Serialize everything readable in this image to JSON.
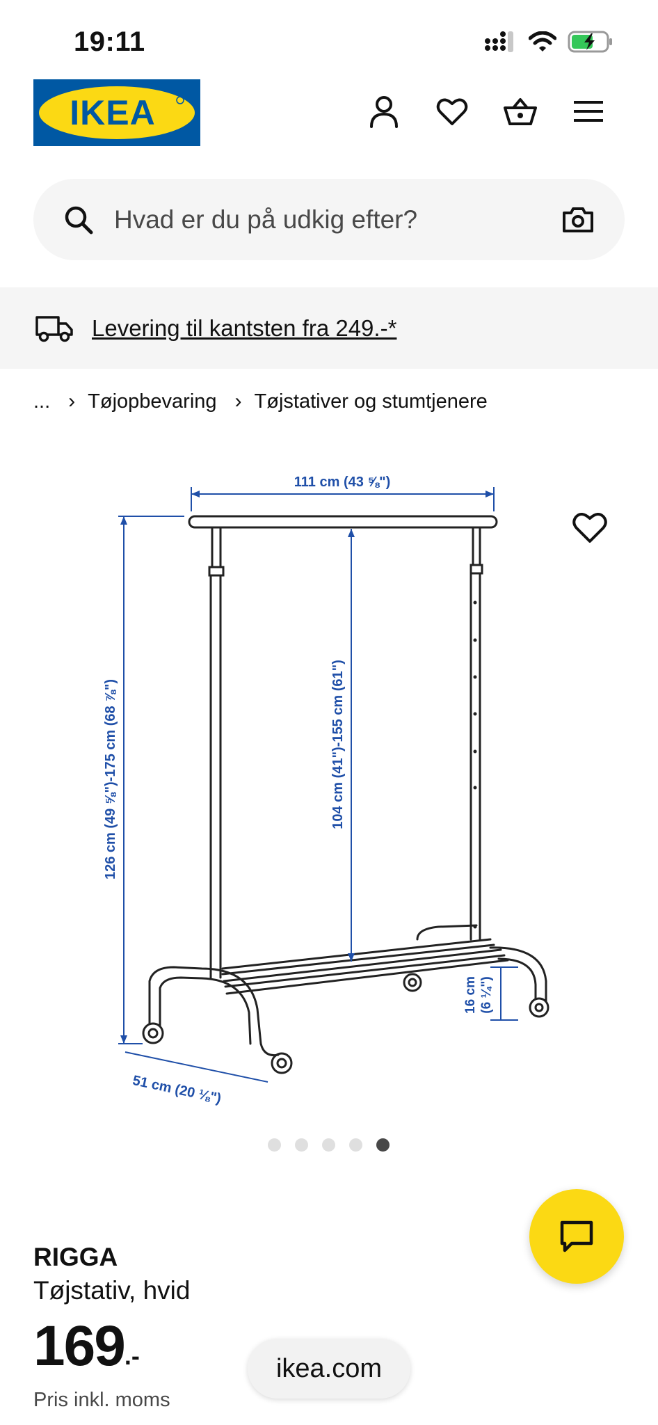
{
  "status_bar": {
    "time": "19:11"
  },
  "header": {
    "logo_text": "IKEA",
    "icons": [
      "account-icon",
      "heart-icon",
      "basket-icon",
      "menu-icon"
    ]
  },
  "search": {
    "placeholder": "Hvad er du på udkig efter?"
  },
  "banner": {
    "text": "Levering til kantsten fra 249.-*",
    "icon": "truck-icon"
  },
  "breadcrumb": {
    "items": [
      "...",
      "Tøjopbevaring",
      "Tøjstativer og stumtjenere"
    ],
    "separator": "›"
  },
  "product_image": {
    "dimensions": {
      "width": "111 cm (43 ⅝\")",
      "height": "126 cm (49 ⅝\")-175 cm (68 ⅞\")",
      "hang_height": "104 cm (41\")-155 cm (61\")",
      "depth": "51 cm (20 ⅛\")",
      "shelf_height_cm": "16 cm",
      "shelf_height_in": "(6 ¼\")"
    }
  },
  "carousel": {
    "total": 5,
    "active_index": 4
  },
  "product": {
    "name": "RIGGA",
    "description": "Tøjstativ, hvid",
    "price_integer": "169",
    "price_suffix": ".-",
    "price_note": "Pris inkl. moms"
  },
  "browser": {
    "url": "ikea.com"
  },
  "colors": {
    "ikea_blue": "#0058a3",
    "ikea_yellow": "#fbd914",
    "dimension_blue": "#1f4fa8"
  }
}
